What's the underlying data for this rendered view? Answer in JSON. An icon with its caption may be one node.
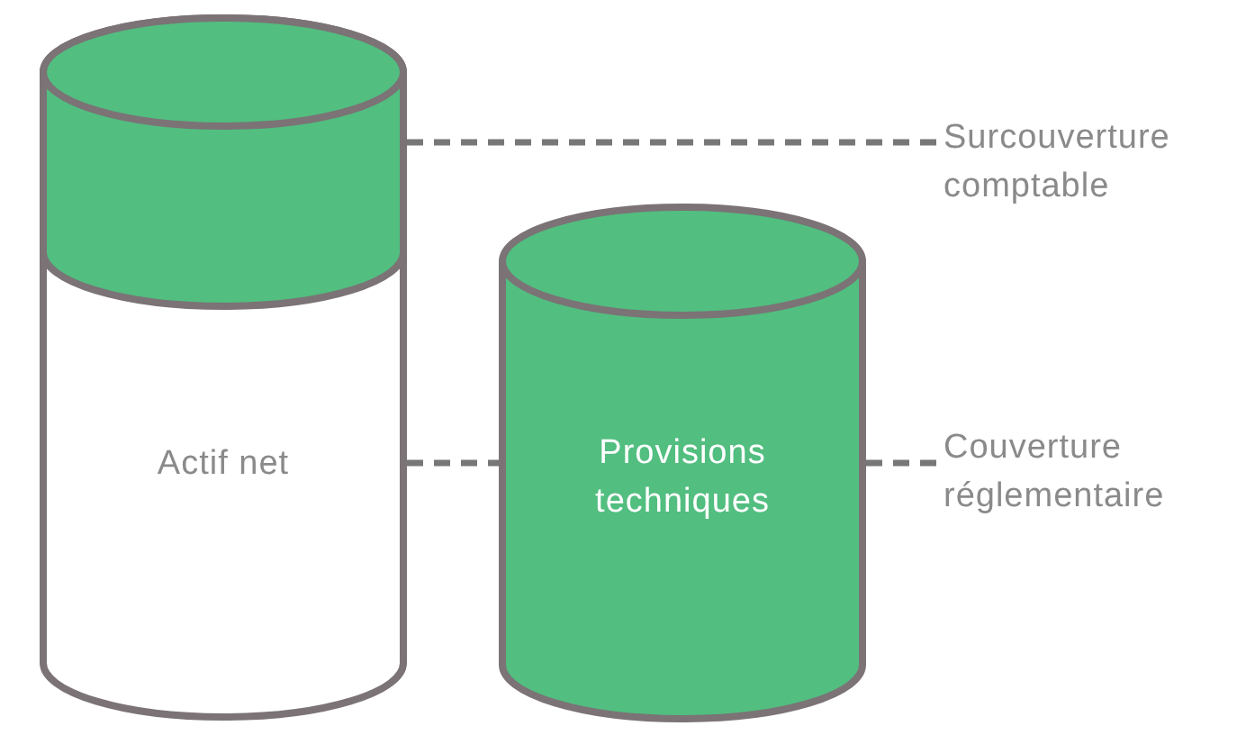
{
  "diagram": {
    "nodes": [
      {
        "text": [
          "Actif net"
        ]
      },
      {
        "text": [],
        "shape": "cylinder",
        "in": 0
      },
      {
        "text": [
          "Provisions techniques"
        ]
      },
      {
        "text": [
          "Surcouverture comptable"
        ]
      },
      {
        "text": [
          "Couverture réglementaire"
        ]
      }
    ],
    "edges": [
      {
        "from": 1,
        "to": 3,
        "arrow": "none",
        "style": "dashed"
      },
      {
        "from": 0,
        "to": 2,
        "arrow": "none",
        "style": "dashed"
      },
      {
        "from": 2,
        "to": 4,
        "arrow": "none",
        "style": "dashed"
      }
    ]
  }
}
